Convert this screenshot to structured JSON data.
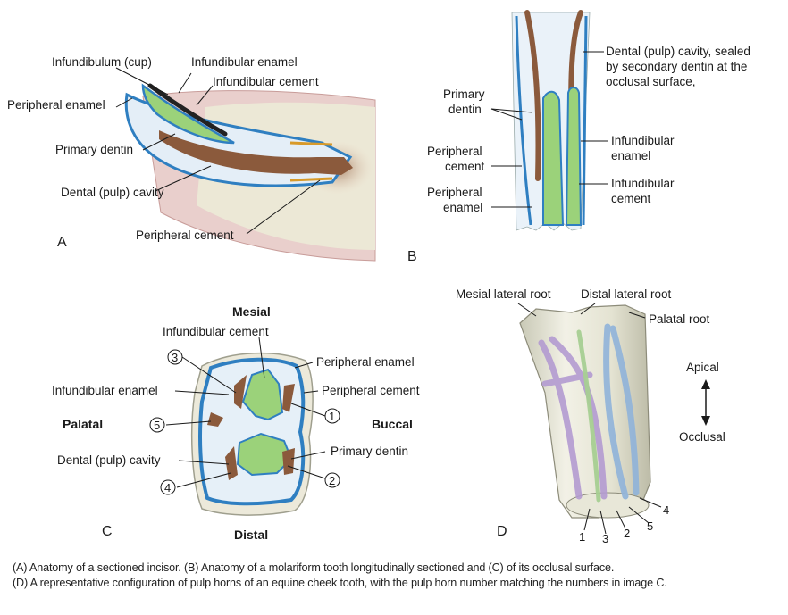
{
  "panelA": {
    "letter": "A",
    "labels": {
      "infundibulum_cup": "Infundibulum (cup)",
      "infundibular_enamel": "Infundibular enamel",
      "infundibular_cement": "Infundibular cement",
      "peripheral_enamel": "Peripheral enamel",
      "primary_dentin": "Primary dentin",
      "pulp_cavity": "Dental (pulp) cavity",
      "peripheral_cement": "Peripheral cement"
    }
  },
  "panelB": {
    "letter": "B",
    "labels": {
      "pulp_line1": "Dental (pulp) cavity, sealed",
      "pulp_line2": "by secondary dentin at the",
      "pulp_line3": "occlusal surface,",
      "primary_dentin_1": "Primary",
      "primary_dentin_2": "dentin",
      "peripheral_cement_1": "Peripheral",
      "peripheral_cement_2": "cement",
      "peripheral_enamel_1": "Peripheral",
      "peripheral_enamel_2": "enamel",
      "infundibular_enamel_1": "Infundibular",
      "infundibular_enamel_2": "enamel",
      "infundibular_cement_1": "Infundibular",
      "infundibular_cement_2": "cement"
    }
  },
  "panelC": {
    "letter": "C",
    "labels": {
      "mesial": "Mesial",
      "distal": "Distal",
      "palatal": "Palatal",
      "buccal": "Buccal",
      "infundibular_cement": "Infundibular cement",
      "peripheral_enamel": "Peripheral enamel",
      "peripheral_cement": "Peripheral cement",
      "infundibular_enamel": "Infundibular enamel",
      "primary_dentin": "Primary dentin",
      "pulp_cavity": "Dental (pulp) cavity"
    },
    "horns": [
      "1",
      "2",
      "3",
      "4",
      "5"
    ]
  },
  "panelD": {
    "letter": "D",
    "labels": {
      "mesial_root": "Mesial lateral root",
      "distal_root": "Distal lateral root",
      "palatal_root": "Palatal root",
      "apical": "Apical",
      "occlusal": "Occlusal"
    },
    "horns": [
      "1",
      "2",
      "3",
      "4",
      "5"
    ]
  },
  "caption": {
    "line1": "(A) Anatomy of a sectioned incisor. (B) Anatomy of a molariform tooth longitudinally sectioned and (C) of its occlusal surface.",
    "line2": "(D) A representative configuration of pulp horns of an equine cheek tooth, with the pulp horn number matching the numbers in image C."
  },
  "colors": {
    "enamel": "#2f7fc1",
    "dentin_pale": "#e6f0f8",
    "pulp": "#8b5a3c",
    "cement": "#9bd27a",
    "bone": "#eceadb",
    "gum": "#e6c9c6",
    "pulp_horn_purple": "#b39ad0",
    "pulp_horn_blue": "#8fb2d9",
    "pulp_horn_green": "#a6cf92"
  }
}
